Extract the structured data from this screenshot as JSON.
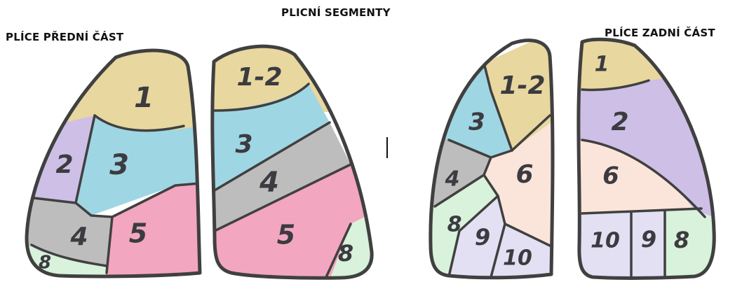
{
  "titles": {
    "main": "PLICNÍ SEGMENTY",
    "front": "PLÍCE PŘEDNÍ ČÁST",
    "back": "PLÍCE ZADNÍ ČÁST"
  },
  "colors": {
    "seg_1": "#e8d79f",
    "seg_1_2": "#e8d79f",
    "seg_2": "#cdbfe6",
    "seg_3": "#9fd6e3",
    "seg_4": "#bdbdbd",
    "seg_5": "#f3a6c0",
    "seg_6": "#fbe5da",
    "seg_8": "#d8f2dc",
    "seg_9": "#e2e0f2",
    "seg_10": "#e2e0f2",
    "outline": "#404040",
    "label": "#3b3b40"
  },
  "lungs": {
    "front_right": {
      "segments": [
        {
          "key": "seg_1",
          "label": "1"
        },
        {
          "key": "seg_2",
          "label": "2"
        },
        {
          "key": "seg_3",
          "label": "3"
        },
        {
          "key": "seg_4",
          "label": "4"
        },
        {
          "key": "seg_5",
          "label": "5"
        },
        {
          "key": "seg_8",
          "label": "8"
        }
      ]
    },
    "front_left": {
      "segments": [
        {
          "key": "seg_1_2",
          "label": "1-2"
        },
        {
          "key": "seg_3",
          "label": "3"
        },
        {
          "key": "seg_4",
          "label": "4"
        },
        {
          "key": "seg_5",
          "label": "5"
        },
        {
          "key": "seg_8",
          "label": "8"
        }
      ]
    },
    "back_left": {
      "segments": [
        {
          "key": "seg_1_2",
          "label": "1-2"
        },
        {
          "key": "seg_3",
          "label": "3"
        },
        {
          "key": "seg_4",
          "label": "4"
        },
        {
          "key": "seg_6",
          "label": "6"
        },
        {
          "key": "seg_8",
          "label": "8"
        },
        {
          "key": "seg_9",
          "label": "9"
        },
        {
          "key": "seg_10",
          "label": "10"
        }
      ]
    },
    "back_right": {
      "segments": [
        {
          "key": "seg_1",
          "label": "1"
        },
        {
          "key": "seg_2",
          "label": "2"
        },
        {
          "key": "seg_6",
          "label": "6"
        },
        {
          "key": "seg_10",
          "label": "10"
        },
        {
          "key": "seg_9",
          "label": "9"
        },
        {
          "key": "seg_8",
          "label": "8"
        }
      ]
    }
  }
}
